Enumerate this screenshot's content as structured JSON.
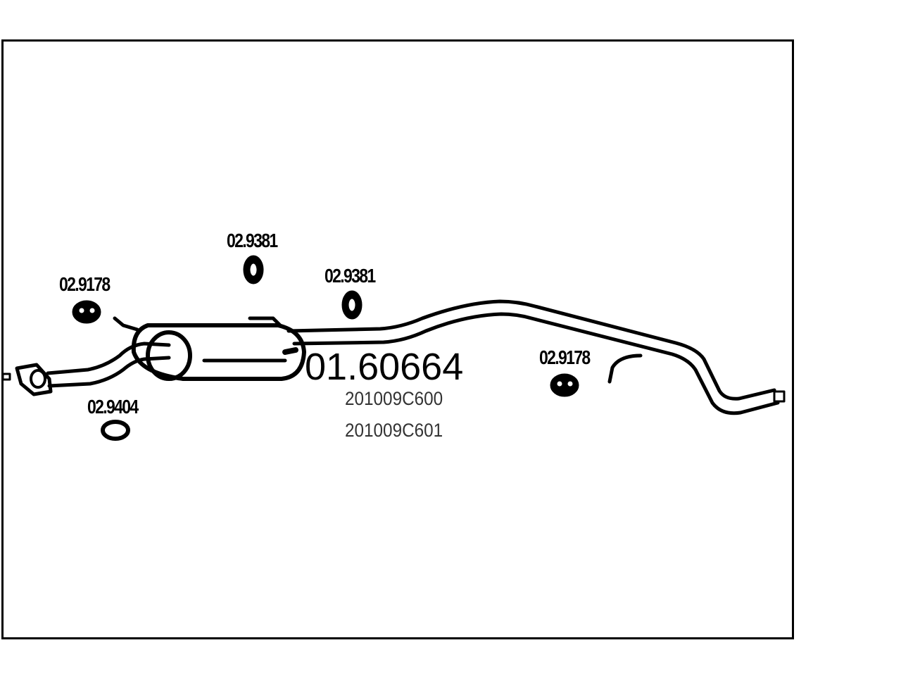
{
  "main_part": "01.60664",
  "references": [
    "201009C600",
    "201009C601"
  ],
  "parts": {
    "hanger_left_top": "02.9178",
    "rubber_mount_1": "02.9381",
    "rubber_mount_2": "02.9381",
    "gasket": "02.9404",
    "hanger_right": "02.9178"
  },
  "colors": {
    "line": "#000000",
    "background": "#ffffff"
  }
}
